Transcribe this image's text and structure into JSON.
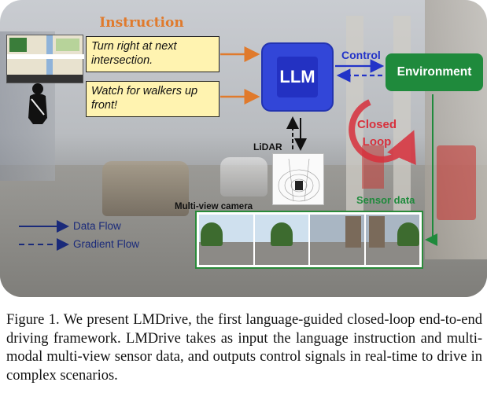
{
  "diagram": {
    "instruction_title": "Instruction",
    "instructions": [
      "Turn right at next intersection.",
      "Watch for walkers up front!"
    ],
    "llm_label": "LLM",
    "control_label": "Control",
    "environment_label": "Environment",
    "closed_loop_label": "Closed Loop",
    "lidar_label": "LiDAR",
    "sensor_label": "Sensor data",
    "multiview_label": "Multi-view camera",
    "legend": {
      "data_flow": "Data Flow",
      "gradient_flow": "Gradient Flow"
    },
    "colors": {
      "instruction_title": "#e07a2c",
      "llm": "#3246d8",
      "environment": "#1f8a3c",
      "closed_loop": "#d8303c",
      "instruction_arrows": "#e07a2c",
      "legend": "#1a2a7a"
    },
    "icons": [
      "navigation-map-icon",
      "seated-driver-icon",
      "llm-chip-icon",
      "lidar-point-cloud-icon"
    ]
  },
  "caption": "Figure 1. We present LMDrive, the first language-guided closed-loop end-to-end driving framework. LMDrive takes as input the language instruction and multi-modal multi-view sensor data, and outputs control signals in real-time to drive in complex scenarios."
}
